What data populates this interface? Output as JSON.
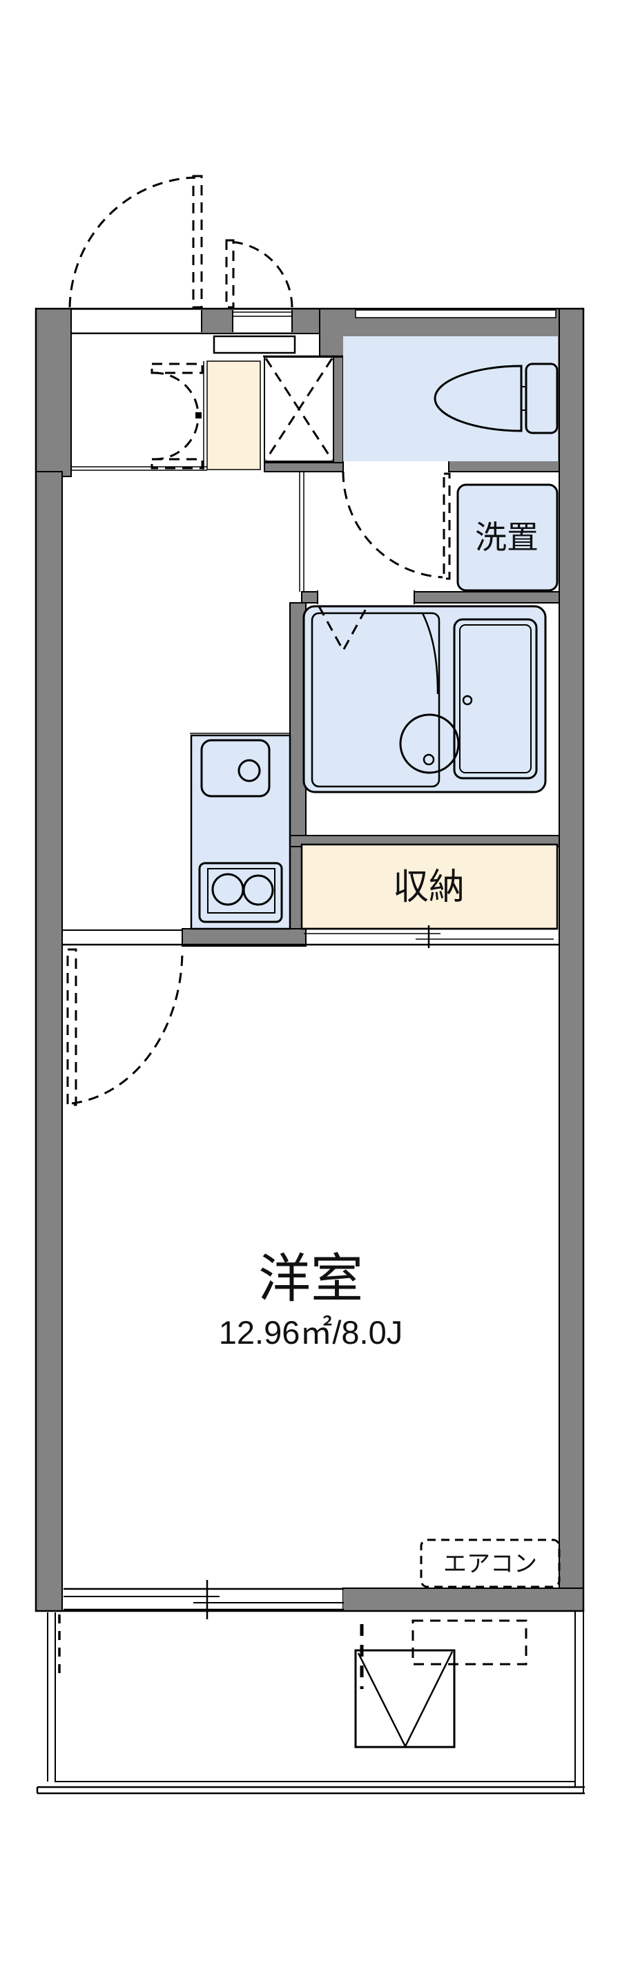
{
  "page": {
    "type": "apartment-floor-plan"
  },
  "labels": {
    "main_room": "洋室",
    "main_room_area": "12.96㎡/8.0J",
    "storage": "収納",
    "washer_place": "洗置",
    "air_conditioner": "エアコン"
  },
  "rooms": [
    {
      "name": "western-room",
      "label": "洋室",
      "area": "12.96㎡/8.0J"
    },
    {
      "name": "storage-closet",
      "label": "収納"
    },
    {
      "name": "washer-space",
      "label": "洗置"
    },
    {
      "name": "air-conditioner-spot",
      "label": "エアコン"
    }
  ],
  "colors": {
    "wall_gray": "#838383",
    "fixture_blue": "#dce8f7",
    "closet_cream": "#fcf1da",
    "line_black": "#000000",
    "background": "#ffffff"
  }
}
